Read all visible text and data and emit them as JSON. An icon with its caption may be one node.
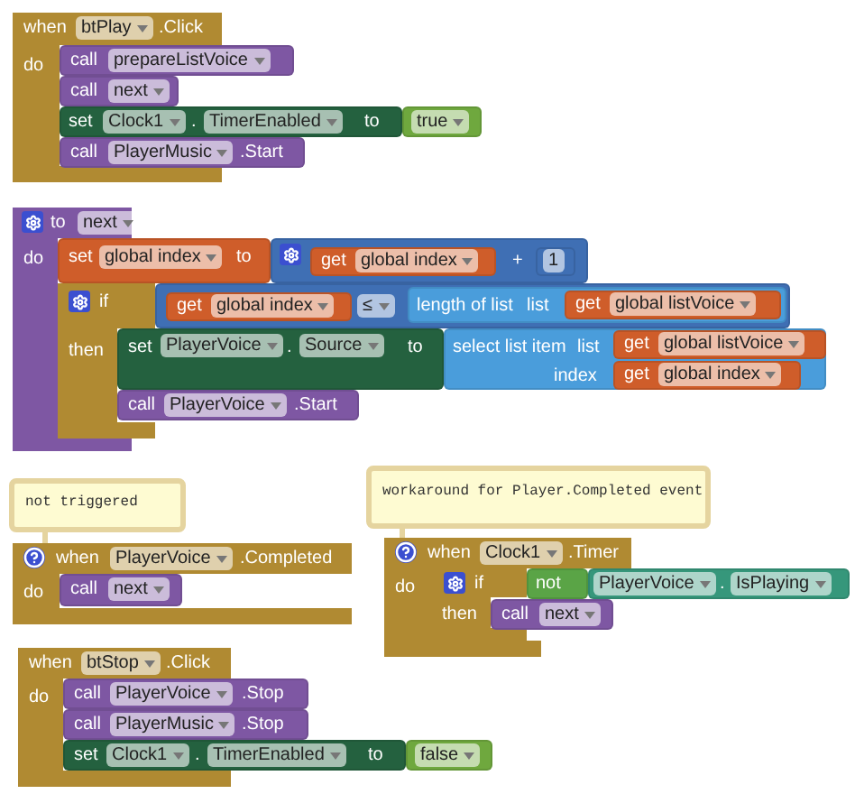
{
  "diagram": {
    "nodes": [
      {
        "text": [
          "when",
          "btPlay",
          ".Click",
          "do"
        ]
      },
      {
        "text": [
          "call",
          "prepareListVoice"
        ]
      },
      {
        "text": [
          "call",
          "next"
        ]
      },
      {
        "text": [
          "set",
          "Clock1",
          ".",
          "TimerEnabled",
          "to"
        ]
      },
      {
        "text": [
          "true"
        ]
      },
      {
        "text": [
          "call",
          "PlayerMusic",
          ".Start"
        ]
      },
      {
        "text": [
          "to",
          "next",
          "do"
        ]
      },
      {
        "text": [
          "set",
          "global index",
          "to"
        ]
      },
      {
        "text": [
          "+"
        ]
      },
      {
        "text": [
          "get",
          "global index"
        ],
        "in": 8
      },
      {
        "text": [
          "1"
        ],
        "in": 8
      },
      {
        "text": [
          "if",
          "then"
        ]
      },
      {
        "text": [
          "≤"
        ]
      },
      {
        "text": [
          "get",
          "global index"
        ],
        "in": 12
      },
      {
        "text": [
          "length of list",
          "list"
        ],
        "in": 12
      },
      {
        "text": [
          "get",
          "global listVoice"
        ],
        "in": 14
      },
      {
        "text": [
          "set",
          "PlayerVoice",
          ".",
          "Source",
          "to"
        ]
      },
      {
        "text": [
          "select list item",
          "list",
          "index"
        ]
      },
      {
        "text": [
          "get",
          "global listVoice"
        ],
        "in": 17
      },
      {
        "text": [
          "get",
          "global index"
        ],
        "in": 17
      },
      {
        "text": [
          "call",
          "PlayerVoice",
          ".Start"
        ]
      },
      {
        "text": [
          "not triggered"
        ]
      },
      {
        "text": [
          "when",
          "PlayerVoice",
          ".Completed",
          "do"
        ]
      },
      {
        "text": [
          "call",
          "next"
        ]
      },
      {
        "text": [
          "workaround for Player.Completed event"
        ]
      },
      {
        "text": [
          "when",
          "Clock1",
          ".Timer",
          "do"
        ]
      },
      {
        "text": [
          "if",
          "then"
        ]
      },
      {
        "text": [
          "not"
        ]
      },
      {
        "text": [
          "PlayerVoice",
          ".",
          "IsPlaying"
        ]
      },
      {
        "text": [
          "call",
          "next"
        ]
      },
      {
        "text": [
          "when",
          "btStop",
          ".Click",
          "do"
        ]
      },
      {
        "text": [
          "call",
          "PlayerVoice",
          ".Stop"
        ]
      },
      {
        "text": [
          "call",
          "PlayerMusic",
          ".Stop"
        ]
      },
      {
        "text": [
          "set",
          "Clock1",
          ".",
          "TimerEnabled",
          "to"
        ]
      },
      {
        "text": [
          "false"
        ]
      }
    ],
    "edges": [
      {
        "from": 21,
        "to": 22,
        "arrow": "none"
      },
      {
        "from": 24,
        "to": 25,
        "arrow": "none"
      }
    ]
  }
}
